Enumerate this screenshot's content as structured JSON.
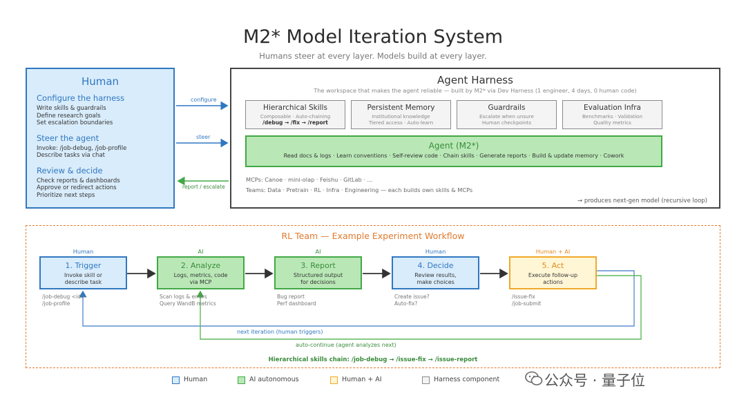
{
  "header": {
    "title": "M2* Model Iteration System",
    "subtitle": "Humans steer at every layer. Models build at every layer."
  },
  "human_panel": {
    "title": "Human",
    "sections": [
      {
        "title": "Configure the harness",
        "items": [
          "Write skills & guardrails",
          "Define research goals",
          "Set escalation boundaries"
        ]
      },
      {
        "title": "Steer the agent",
        "items": [
          "Invoke: /job-debug, /job-profile",
          "Describe tasks via chat"
        ]
      },
      {
        "title": "Review & decide",
        "items": [
          "Check reports & dashboards",
          "Approve or redirect actions",
          "Prioritize next steps"
        ]
      }
    ]
  },
  "arrows": {
    "configure": "configure",
    "steer": "steer",
    "report": "report / escalate"
  },
  "harness": {
    "title": "Agent Harness",
    "subtitle": "The workspace that makes the agent reliable — built by M2* via Dev Harness (1 engineer, 4 days, 0 human code)",
    "cards": [
      {
        "title": "Hierarchical Skills",
        "line1": "Composable · Auto-chaining",
        "line2": "/debug → /fix → /report"
      },
      {
        "title": "Persistent Memory",
        "line1": "Institutional knowledge",
        "line2": "Tiered access · Auto-learn"
      },
      {
        "title": "Guardrails",
        "line1": "Escalate when unsure",
        "line2": "Human checkpoints"
      },
      {
        "title": "Evaluation Infra",
        "line1": "Benchmarks · Validation",
        "line2": "Quality metrics"
      }
    ],
    "agent": {
      "title": "Agent (M2*)",
      "abilities": "Read docs & logs · Learn conventions · Self-review code · Chain skills · Generate reports · Build & update memory · Cowork"
    },
    "mcps": "MCPs: Canoe · mini-olap · Feishu · GitLab · ...",
    "teams": "Teams: Data · Pretrain · RL · Infra · Engineering — each builds own skills & MCPs",
    "recursive": "→ produces next-gen model (recursive loop)"
  },
  "workflow": {
    "title": "RL Team — Example Experiment Workflow",
    "steps": [
      {
        "role": "Human",
        "title": "1. Trigger",
        "desc1": "Invoke skill or",
        "desc2": "describe task",
        "note1": "/job-debug <id>",
        "note2": "/job-profile"
      },
      {
        "role": "AI",
        "title": "2. Analyze",
        "desc1": "Logs, metrics, code",
        "desc2": "via MCP",
        "note1": "Scan logs & errors",
        "note2": "Query WandB metrics"
      },
      {
        "role": "AI",
        "title": "3. Report",
        "desc1": "Structured output",
        "desc2": "for decisions",
        "note1": "Bug report",
        "note2": "Perf dashboard"
      },
      {
        "role": "Human",
        "title": "4. Decide",
        "desc1": "Review results,",
        "desc2": "make choices",
        "note1": "Create issue?",
        "note2": "Auto-fix?"
      },
      {
        "role": "Human + AI",
        "title": "5. Act",
        "desc1": "Execute follow-up",
        "desc2": "actions",
        "note1": "/issue-fix",
        "note2": "/job-submit"
      }
    ],
    "loop_human": "next iteration (human triggers)",
    "loop_ai": "auto-continue (agent analyzes next)",
    "chain": "Hierarchical skills chain: /job-debug → /issue-fix → /issue-report"
  },
  "legend": [
    {
      "label": "Human",
      "color": "#d9ecfb",
      "border": "#2f77c0"
    },
    {
      "label": "AI autonomous",
      "color": "#b9e8b6",
      "border": "#42a845"
    },
    {
      "label": "Human + AI",
      "color": "#fff6d6",
      "border": "#f0a928"
    },
    {
      "label": "Harness component",
      "color": "#f4f4f4",
      "border": "#8a8a8a"
    }
  ],
  "watermark": "公众号 · 量子位",
  "colors": {
    "human_blue": "#2f77c0",
    "ai_green": "#42a845",
    "mix_orange": "#f0a928",
    "workflow_orange": "#e07a2e"
  }
}
